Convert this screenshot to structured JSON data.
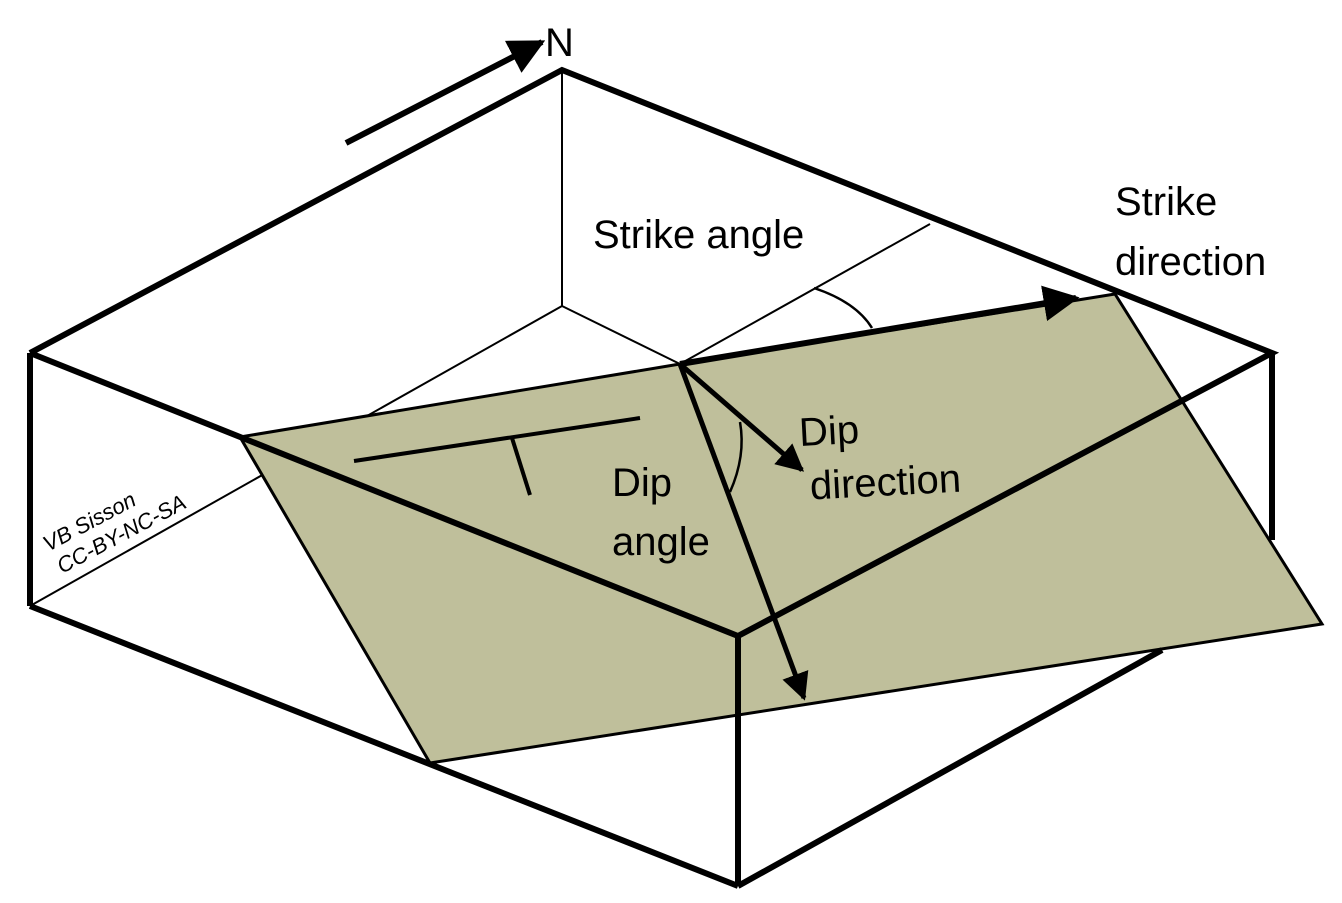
{
  "north_label": "N",
  "labels": {
    "strike_angle": "Strike angle",
    "strike_direction": [
      "Strike",
      "direction"
    ],
    "dip_direction": [
      "Dip",
      "direction"
    ],
    "dip_angle": [
      "Dip",
      "angle"
    ]
  },
  "credit": [
    "VB Sisson",
    "CC-BY-NC-SA"
  ],
  "colors": {
    "plane_fill": "#bfbf9b",
    "line": "#000000",
    "background": "#ffffff"
  },
  "icons": [
    "north-arrow-icon",
    "strike-dip-symbol-icon"
  ]
}
